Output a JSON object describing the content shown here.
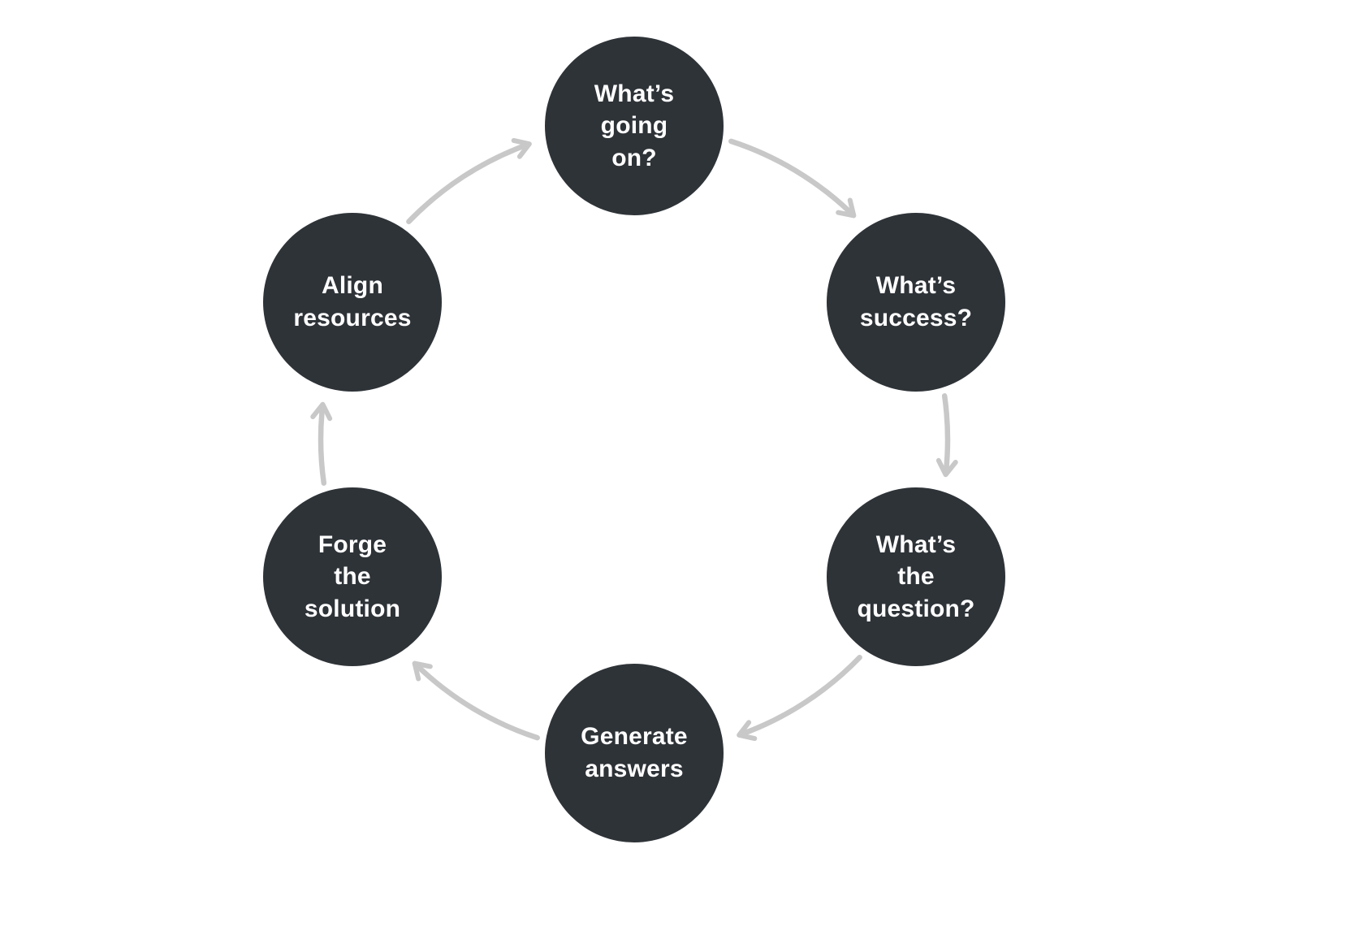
{
  "diagram": {
    "type": "cycle",
    "direction": "clockwise",
    "node_color": "#2e3338",
    "text_color": "#ffffff",
    "arrow_color": "#c8c8c8",
    "nodes": [
      {
        "id": "whats-going-on",
        "position": "top",
        "label": "What’s\ngoing\non?"
      },
      {
        "id": "whats-success",
        "position": "top-right",
        "label": "What’s\nsuccess?"
      },
      {
        "id": "whats-the-question",
        "position": "bottom-right",
        "label": "What’s\nthe\nquestion?"
      },
      {
        "id": "generate-answers",
        "position": "bottom",
        "label": "Generate\nanswers"
      },
      {
        "id": "forge-the-solution",
        "position": "bottom-left",
        "label": "Forge\nthe\nsolution"
      },
      {
        "id": "align-resources",
        "position": "top-left",
        "label": "Align\nresources"
      }
    ],
    "flow": [
      "whats-going-on",
      "whats-success",
      "whats-the-question",
      "generate-answers",
      "forge-the-solution",
      "align-resources",
      "whats-going-on"
    ]
  }
}
